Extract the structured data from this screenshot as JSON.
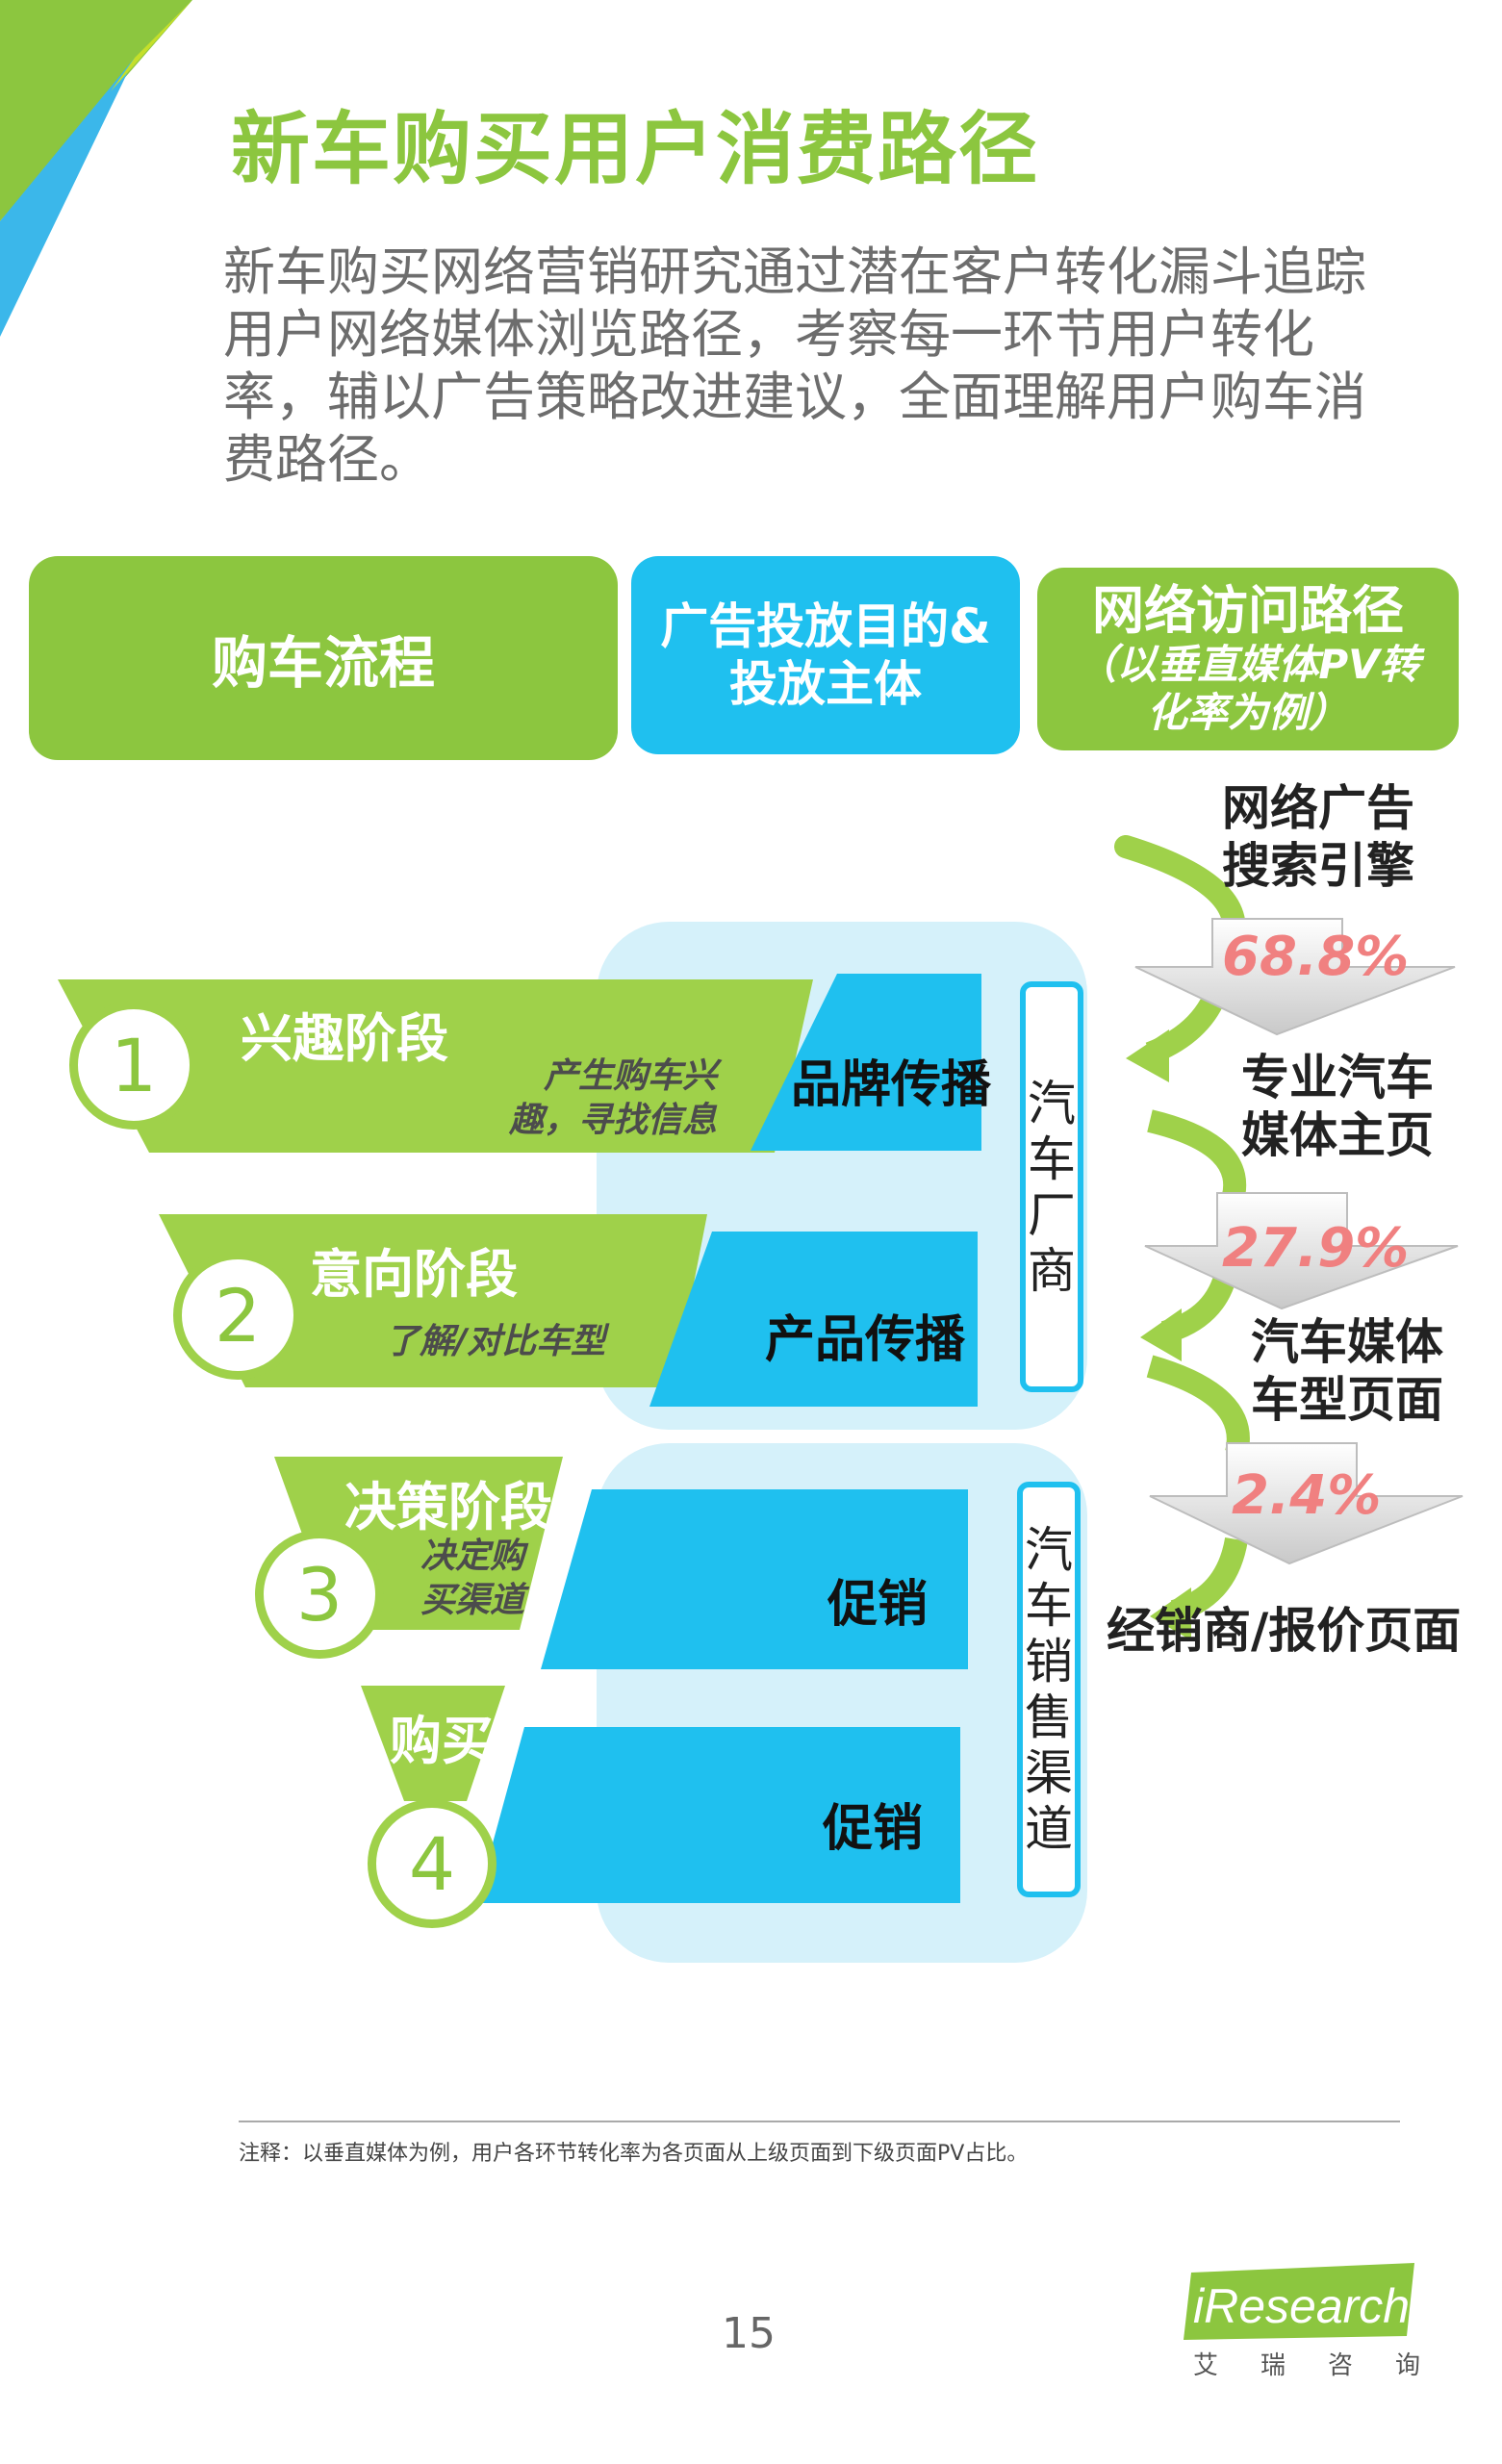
{
  "header": {
    "title": "新车购买用户消费路径",
    "intro": "新车购买网络营销研究通过潜在客户转化漏斗追踪用户网络媒体浏览路径，考察每一环节用户转化率，辅以广告策略改进建议，全面理解用户购车消费路径。"
  },
  "columns": {
    "process": "购车流程",
    "ad_line1": "广告投放目的&",
    "ad_line2": "投放主体",
    "web_line1": "网络访问路径",
    "web_line2": "（以垂直媒体PV转",
    "web_line3": "化率为例）"
  },
  "stages": [
    {
      "num": "1",
      "name": "兴趣阶段",
      "desc1": "产生购车兴",
      "desc2": "趣，寻找信息",
      "action": "品牌传播"
    },
    {
      "num": "2",
      "name": "意向阶段",
      "desc1": "了解/对比车型",
      "action": "产品传播"
    },
    {
      "num": "3",
      "name": "决策阶段",
      "desc1": "决定购",
      "desc2": "买渠道",
      "action": "促销"
    },
    {
      "num": "4",
      "name": "购买",
      "action": "促销"
    }
  ],
  "actors": {
    "maker": [
      "汽",
      "车",
      "厂",
      "商"
    ],
    "dealer": [
      "汽",
      "车",
      "销",
      "售",
      "渠",
      "道"
    ]
  },
  "path": {
    "nodes": [
      {
        "line1": "网络广告",
        "line2": "搜索引擎"
      },
      {
        "line1": "专业汽车",
        "line2": "媒体主页"
      },
      {
        "line1": "汽车媒体",
        "line2": "车型页面"
      },
      {
        "line1": "经销商/报价页面"
      }
    ],
    "rates": [
      "68.8%",
      "27.9%",
      "2.4%"
    ]
  },
  "footer": {
    "note": "注释：以垂直媒体为例，用户各环节转化率为各页面从上级页面到下级页面PV占比。",
    "page_number": "15",
    "logo": "iResearch",
    "logo_sub": "艾瑞咨询"
  },
  "colors": {
    "green": "#8cc63f",
    "blue": "#1fc0ef",
    "pale_blue": "#d5f1fa",
    "pink": "#f08080"
  }
}
